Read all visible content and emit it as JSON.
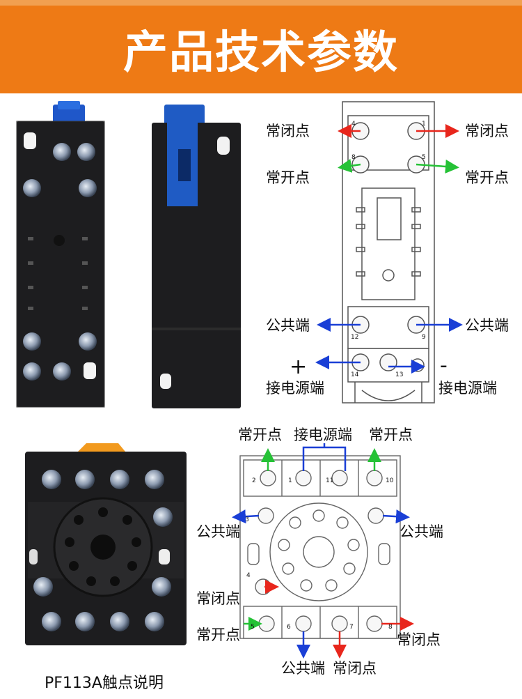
{
  "header": {
    "title": "产品技术参数"
  },
  "diagram_top": {
    "nc_left": "常闭点",
    "nc_right": "常闭点",
    "no_left": "常开点",
    "no_right": "常开点",
    "com_left": "公共端",
    "com_right": "公共端",
    "plus": "+",
    "minus": "-",
    "power_left": "接电源端",
    "power_right": "接电源端",
    "term_top": [
      "4",
      "1"
    ],
    "term_no": [
      "8",
      "5"
    ],
    "term_com": [
      "12",
      "9"
    ],
    "term_pwr": [
      "14",
      "13"
    ]
  },
  "diagram_bottom": {
    "no_top_left": "常开点",
    "power_top": "接电源端",
    "no_top_right": "常开点",
    "com_left": "公共端",
    "com_right": "公共端",
    "nc_left": "常闭点",
    "no_left": "常开点",
    "nc_right": "常闭点",
    "com_bottom": "公共端",
    "nc_bottom": "常闭点",
    "term_top": [
      "2",
      "1",
      "11",
      "10"
    ],
    "term_left": "3",
    "term_nc": "4",
    "term_bottom": [
      "5",
      "6",
      "7",
      "8"
    ]
  },
  "caption": "PF113A触点说明",
  "colors": {
    "banner": "#ee7a15",
    "red_arrow": "#e8261c",
    "green_arrow": "#25c236",
    "blue_arrow": "#1a3fd6",
    "device_body": "#1d1d1f",
    "latch_blue": "#1f5bc4",
    "latch_orange": "#f29a1e"
  }
}
